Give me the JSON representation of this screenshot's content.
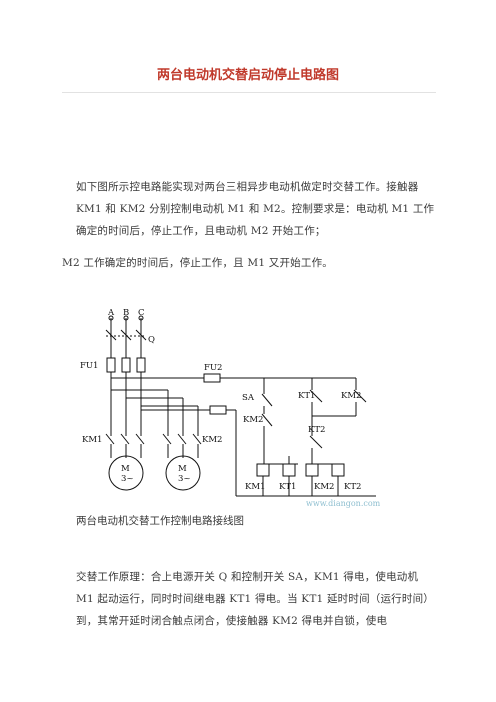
{
  "doc": {
    "title": "两台电动机交替启动停止电路图",
    "paragraph1": "如下图所示控电路能实现对两台三相异步电动机做定时交替工作。接触器 KM1 和 KM2 分别控制电动机 M1 和 M2。控制要求是：电动机 M1 工作确定的时间后，停止工作，且电动机 M2 开始工作；",
    "paragraph2": "M2 工作确定的时间后，停止工作，且 M1 又开始工作。",
    "caption": "两台电动机交替工作控制电路接线图",
    "paragraph3": "交替工作原理：合上电源开关 Q 和控制开关 SA，KM1 得电，使电动机 M1 起动运行，同时时间继电器 KT1 得电。当 KT1 延时时间（运行时间）到，其常开延时闭合触点闭合，使接触器 KM2 得电并自锁，使电"
  },
  "diagram": {
    "phase_a": "A",
    "phase_b": "B",
    "phase_c": "C",
    "switch_q": "Q",
    "fuse1": "FU1",
    "fuse2": "FU2",
    "contactor1": "KM1",
    "contactor2": "KM2",
    "motor1_name": "M",
    "motor1_type": "3~",
    "motor2_name": "M",
    "motor2_type": "3~",
    "sa": "SA",
    "km2_nc": "KM2",
    "kt1_contact": "KT1",
    "km2_no": "KM2",
    "kt2_contact": "KT2",
    "coil_km1": "KM1",
    "coil_kt1": "KT1",
    "coil_km2": "KM2",
    "coil_kt2": "KT2",
    "watermark": "www.diangon.com"
  }
}
